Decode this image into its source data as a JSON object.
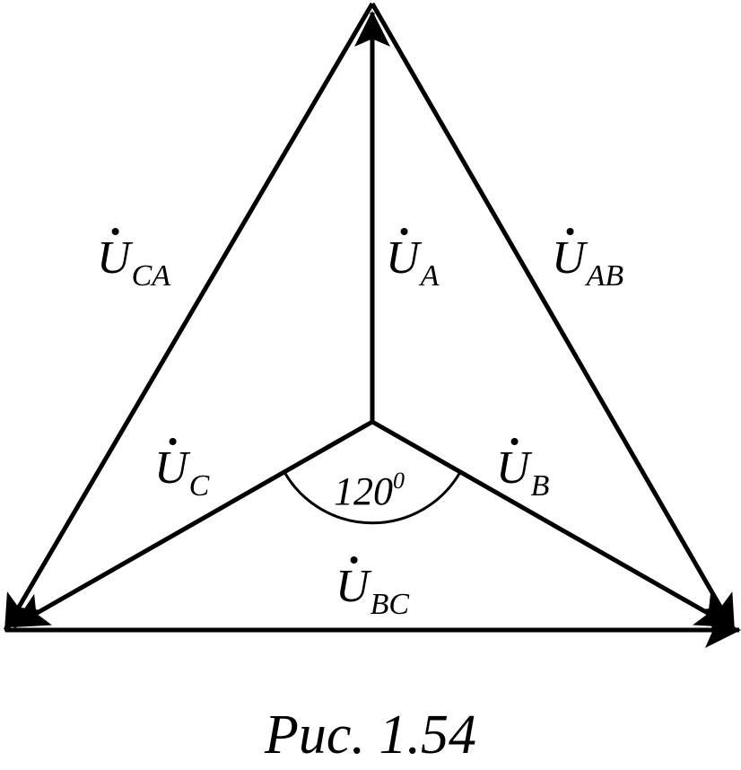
{
  "labels": {
    "u_a": {
      "main": "U",
      "sub": "A"
    },
    "u_b": {
      "main": "U",
      "sub": "B"
    },
    "u_c": {
      "main": "U",
      "sub": "C"
    },
    "u_ab": {
      "main": "U",
      "sub": "AB"
    },
    "u_bc": {
      "main": "U",
      "sub": "BC"
    },
    "u_ca": {
      "main": "U",
      "sub": "CA"
    }
  },
  "angle": {
    "value": "120",
    "sup": "0"
  },
  "caption": "Рис. 1.54",
  "colors": {
    "line": "#000000",
    "background": "#ffffff"
  }
}
